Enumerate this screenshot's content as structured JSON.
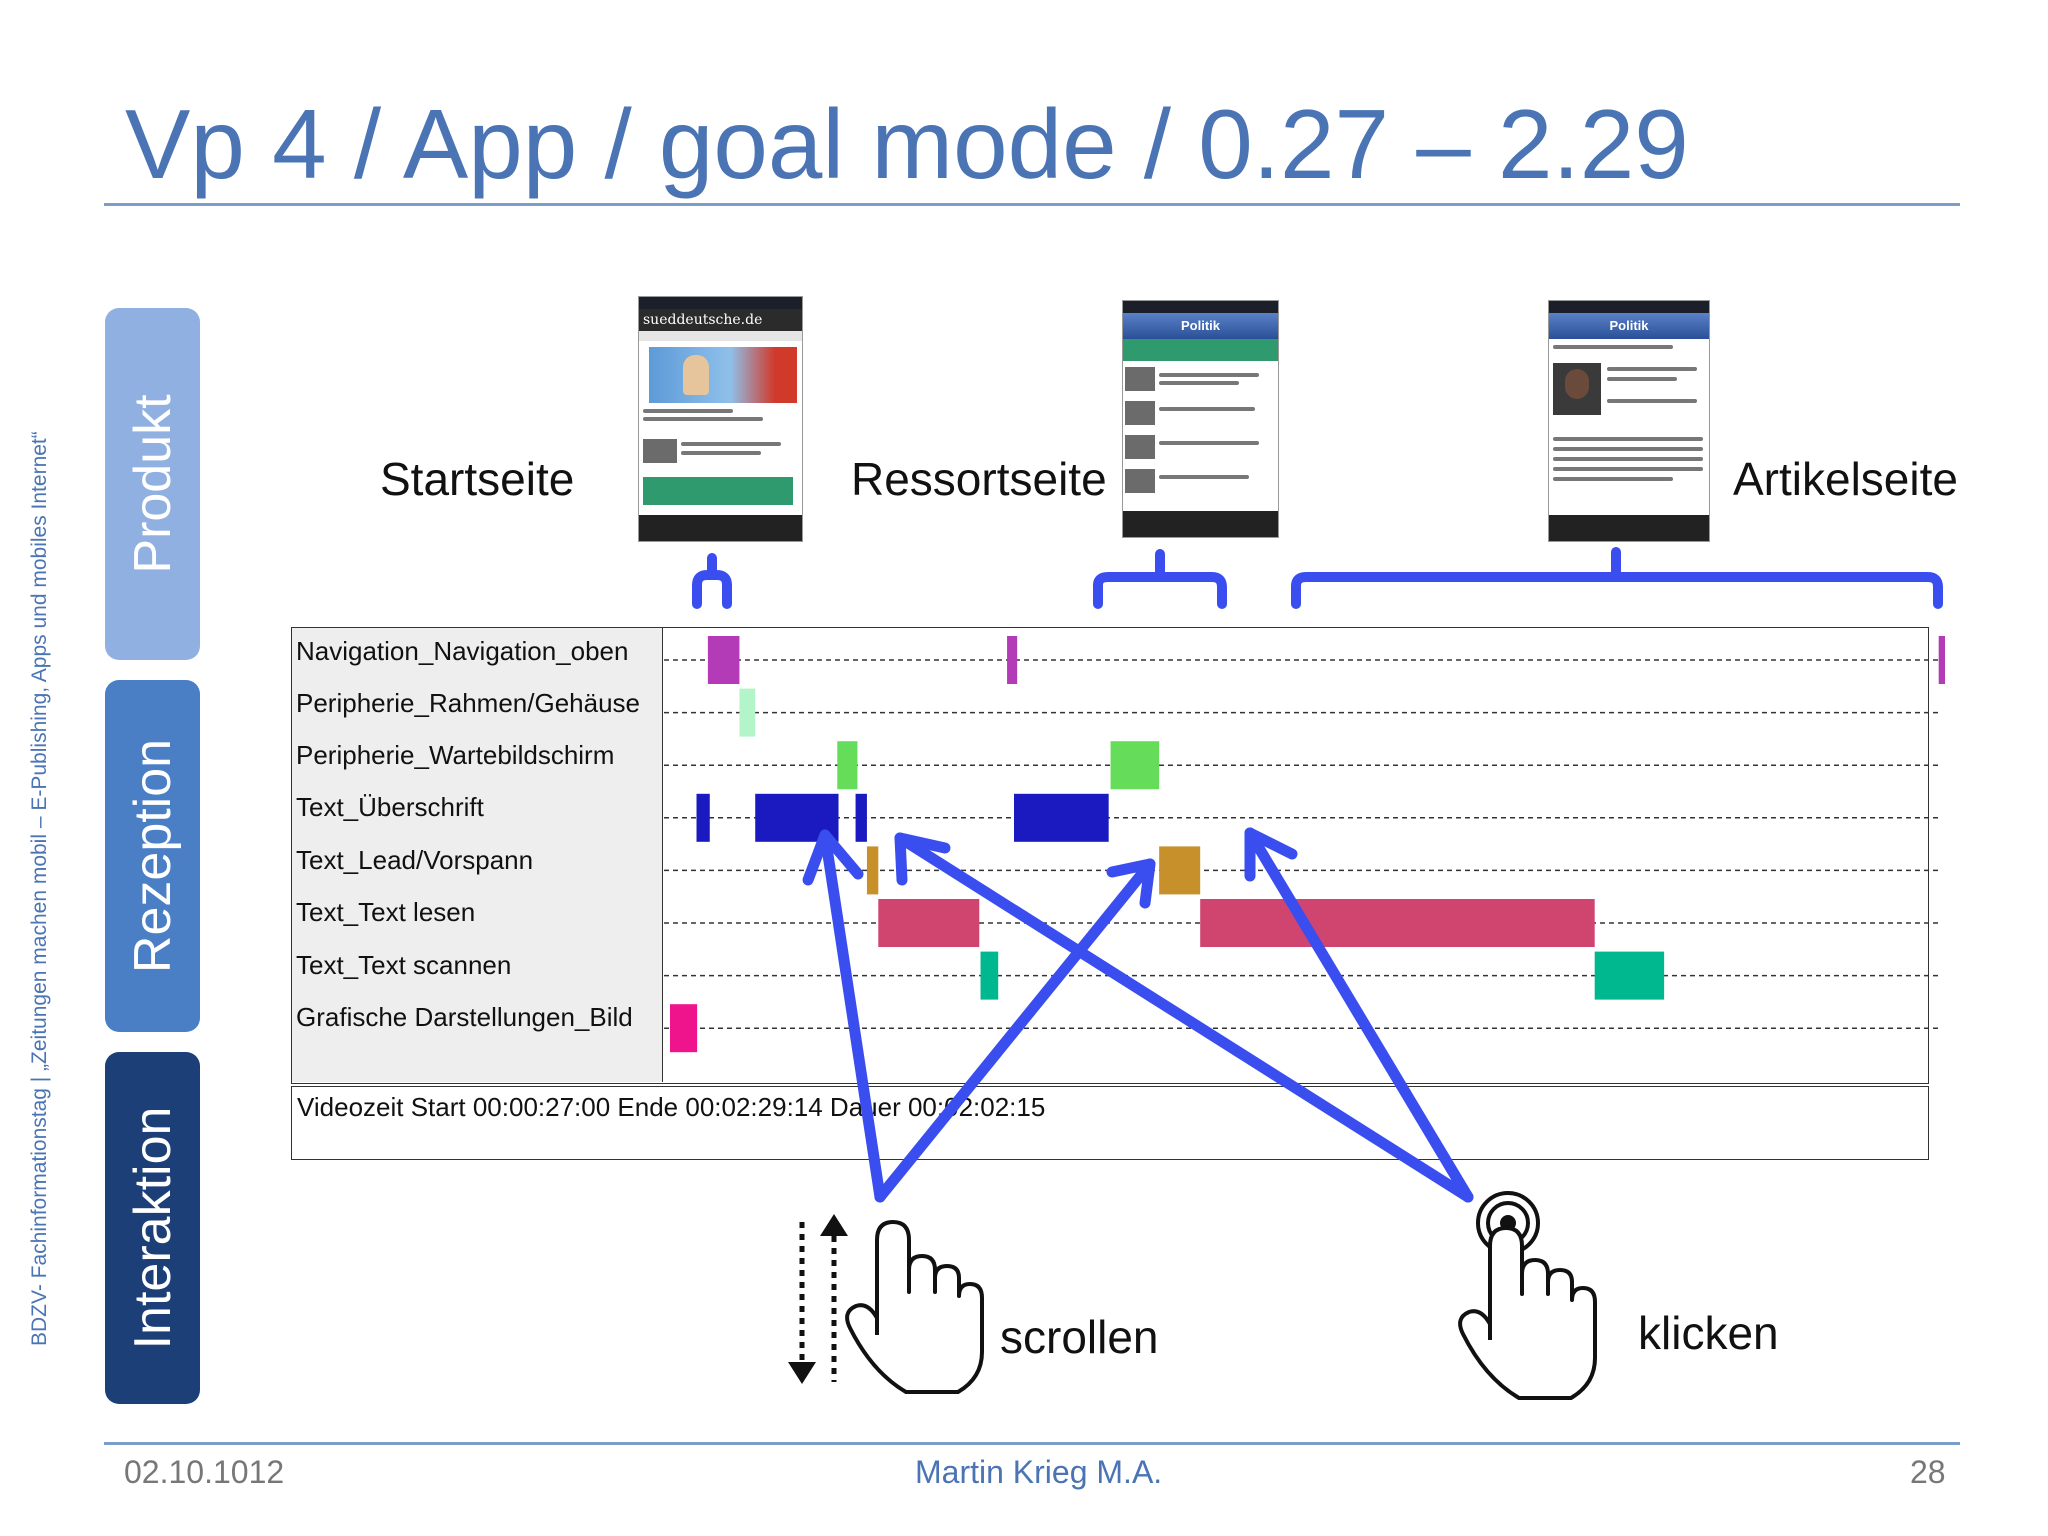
{
  "slide": {
    "title": "Vp 4 / App / goal mode / 0.27 – 2.29",
    "side_text": "BDZV- Fachinformationstag   |   „Zeitungen machen mobil – E-Publishing, Apps und mobiles Internet“",
    "tabs": [
      "Produkt",
      "Rezeption",
      "Interaktion"
    ],
    "tab_colors": [
      "#8fb0e0",
      "#4a7fc6",
      "#1d3f78"
    ],
    "footer": {
      "date": "02.10.1012",
      "author": "Martin Krieg  M.A.",
      "page": "28"
    }
  },
  "pages": [
    {
      "label": "Startseite",
      "icon": "startseite-screenshot-icon",
      "header": "sueddeutsche.de"
    },
    {
      "label": "Ressortseite",
      "icon": "ressortseite-screenshot-icon",
      "header": "Politik"
    },
    {
      "label": "Artikelseite",
      "icon": "artikelseite-screenshot-icon",
      "header": "Politik"
    }
  ],
  "chart_data": {
    "type": "timeline",
    "rows": [
      "Navigation_Navigation_oben",
      "Peripherie_Rahmen/Gehäuse",
      "Peripherie_Wartebildschirm",
      "Text_Überschrift",
      "Text_Lead/Vorspann",
      "Text_Text lesen",
      "Text_Text scannen",
      "Grafische Darstellungen_Bild"
    ],
    "x_range": [
      0.27,
      2.29
    ],
    "colors": {
      "Navigation_Navigation_oben": "#b43bb8",
      "Peripherie_Rahmen/Gehäuse": "#b3f5c8",
      "Peripherie_Wartebildschirm": "#66dd5a",
      "Text_Überschrift": "#1a1ac0",
      "Text_Lead/Vorspann": "#c8902a",
      "Text_Text lesen": "#d04470",
      "Text_Text scannen": "#00b890",
      "Grafische Darstellungen_Bild": "#f0148c"
    },
    "segments": [
      {
        "row": 0,
        "start": 0.33,
        "end": 0.38
      },
      {
        "row": 0,
        "start": 0.804,
        "end": 0.82
      },
      {
        "row": 0,
        "start": 2.28,
        "end": 2.29
      },
      {
        "row": 1,
        "start": 0.38,
        "end": 0.405
      },
      {
        "row": 2,
        "start": 0.535,
        "end": 0.567
      },
      {
        "row": 2,
        "start": 0.968,
        "end": 1.045
      },
      {
        "row": 3,
        "start": 0.312,
        "end": 0.333
      },
      {
        "row": 3,
        "start": 0.405,
        "end": 0.537
      },
      {
        "row": 3,
        "start": 0.564,
        "end": 0.582
      },
      {
        "row": 3,
        "start": 0.815,
        "end": 0.965
      },
      {
        "row": 4,
        "start": 0.582,
        "end": 0.6
      },
      {
        "row": 4,
        "start": 1.045,
        "end": 1.11
      },
      {
        "row": 5,
        "start": 0.6,
        "end": 0.76
      },
      {
        "row": 5,
        "start": 1.11,
        "end": 1.735
      },
      {
        "row": 6,
        "start": 0.762,
        "end": 0.79
      },
      {
        "row": 6,
        "start": 1.735,
        "end": 1.845
      },
      {
        "row": 7,
        "start": 0.27,
        "end": 0.313
      }
    ],
    "videotime": "Videozeit Start 00:00:27:00  Ende 00:02:29:14  Dauer 00:02:02:15"
  },
  "gestures": {
    "scroll_label": "scrollen",
    "click_label": "klicken",
    "arrow_color": "#3a4ef0"
  }
}
